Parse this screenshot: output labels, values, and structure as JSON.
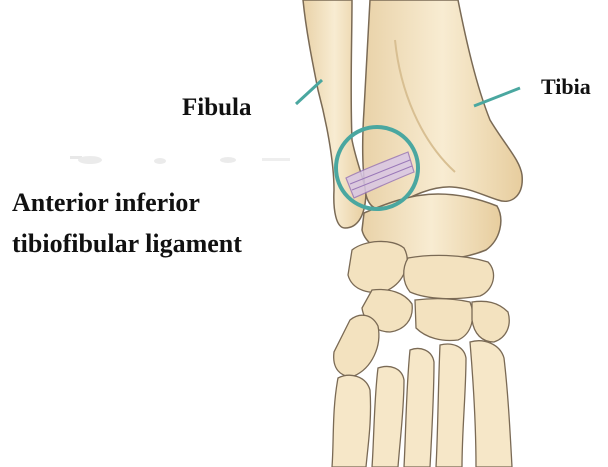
{
  "labels": {
    "fibula": "Fibula",
    "tibia": "Tibia",
    "ligament_line1": "Anterior inferior",
    "ligament_line2": "tibiofibular ligament"
  },
  "colors": {
    "bone_fill": "#f6e7c8",
    "bone_outline": "#7a6a55",
    "bone_shade": "#e6cfa2",
    "leader_line": "#4aa7a0",
    "highlight_circle": "#4aa7a0",
    "ligament_fill": "#d9c7e6",
    "ligament_line": "#9a78b8",
    "label_text": "#111111"
  },
  "icons": [
    "ankle-foot-illustration"
  ]
}
